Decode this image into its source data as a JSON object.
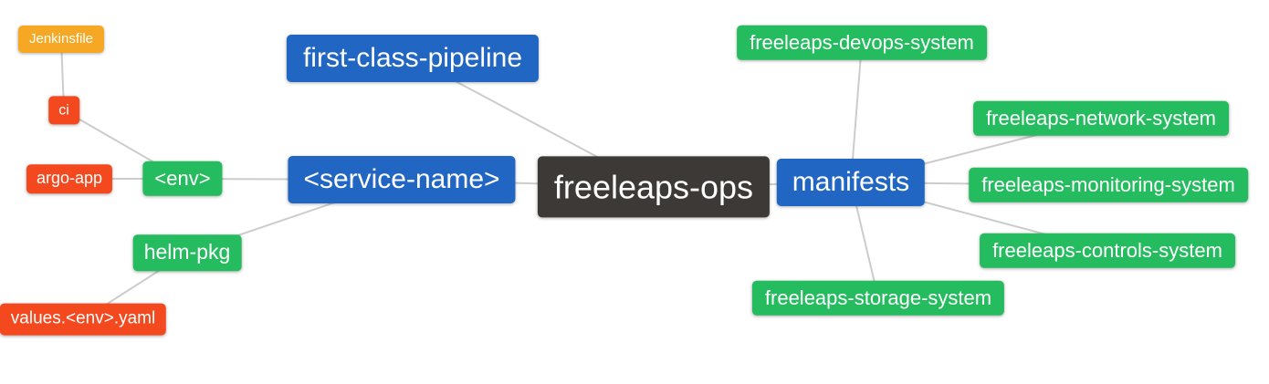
{
  "colors": {
    "background": "#FFFFFF",
    "text": "#FFFFFF",
    "edge": "#CCCCCC",
    "orange": "#F6A723",
    "red": "#F4491E",
    "green": "#24BC5F",
    "blue": "#2066C2",
    "dark": "#3D3936"
  },
  "nodes": [
    {
      "id": "jenkinsfile",
      "label": "Jenkinsfile",
      "color": "orange"
    },
    {
      "id": "ci",
      "label": "ci",
      "color": "red"
    },
    {
      "id": "argo-app",
      "label": "argo-app",
      "color": "red"
    },
    {
      "id": "env",
      "label": "<env>",
      "color": "green"
    },
    {
      "id": "helm-pkg",
      "label": "helm-pkg",
      "color": "green"
    },
    {
      "id": "values-env-yaml",
      "label": "values.<env>.yaml",
      "color": "red"
    },
    {
      "id": "first-class-pipeline",
      "label": "first-class-pipeline",
      "color": "blue"
    },
    {
      "id": "service-name",
      "label": "<service-name>",
      "color": "blue"
    },
    {
      "id": "freeleaps-ops",
      "label": "freeleaps-ops",
      "color": "dark"
    },
    {
      "id": "manifests",
      "label": "manifests",
      "color": "blue"
    },
    {
      "id": "freeleaps-devops-system",
      "label": "freeleaps-devops-system",
      "color": "green"
    },
    {
      "id": "freeleaps-network-system",
      "label": "freeleaps-network-system",
      "color": "green"
    },
    {
      "id": "freeleaps-monitoring-system",
      "label": "freeleaps-monitoring-system",
      "color": "green"
    },
    {
      "id": "freeleaps-controls-system",
      "label": "freeleaps-controls-system",
      "color": "green"
    },
    {
      "id": "freeleaps-storage-system",
      "label": "freeleaps-storage-system",
      "color": "green"
    }
  ],
  "edges": [
    [
      "jenkinsfile",
      "ci"
    ],
    [
      "ci",
      "env"
    ],
    [
      "argo-app",
      "env"
    ],
    [
      "env",
      "service-name"
    ],
    [
      "helm-pkg",
      "service-name"
    ],
    [
      "values-env-yaml",
      "helm-pkg"
    ],
    [
      "first-class-pipeline",
      "freeleaps-ops"
    ],
    [
      "service-name",
      "freeleaps-ops"
    ],
    [
      "freeleaps-ops",
      "manifests"
    ],
    [
      "manifests",
      "freeleaps-devops-system"
    ],
    [
      "manifests",
      "freeleaps-network-system"
    ],
    [
      "manifests",
      "freeleaps-monitoring-system"
    ],
    [
      "manifests",
      "freeleaps-controls-system"
    ],
    [
      "manifests",
      "freeleaps-storage-system"
    ]
  ]
}
